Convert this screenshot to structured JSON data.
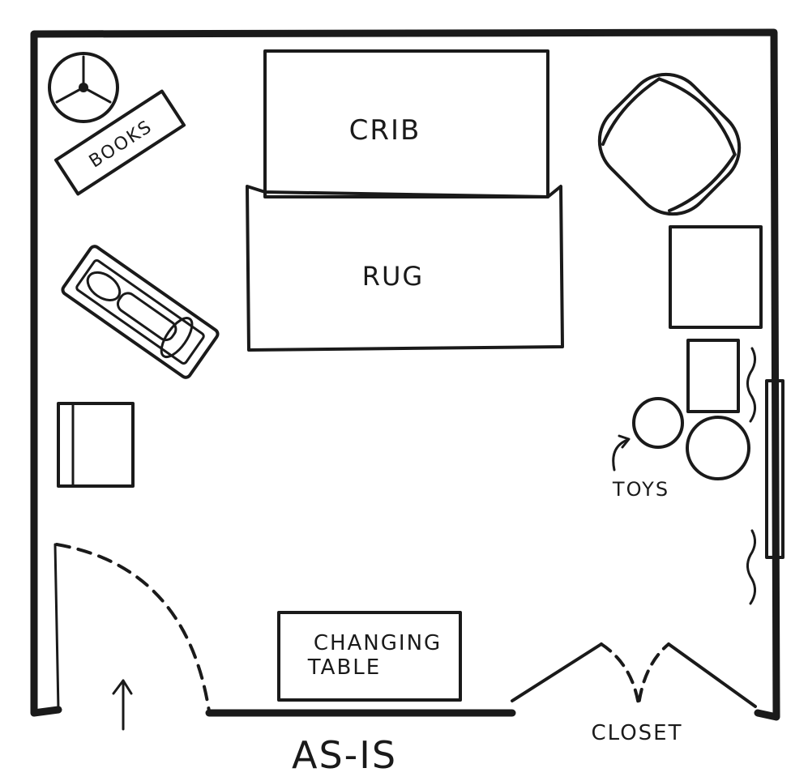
{
  "diagram": {
    "labels": {
      "crib": "CRIB",
      "rug": "RUG",
      "books": "BOOKS",
      "toys": "TOYS",
      "changing_table_line1": "CHANGING",
      "changing_table_line2": "TABLE",
      "closet": "CLOSET",
      "caption": "AS-IS"
    },
    "colors": {
      "ink": "#1a1a1a",
      "paper": "#ffffff"
    }
  }
}
